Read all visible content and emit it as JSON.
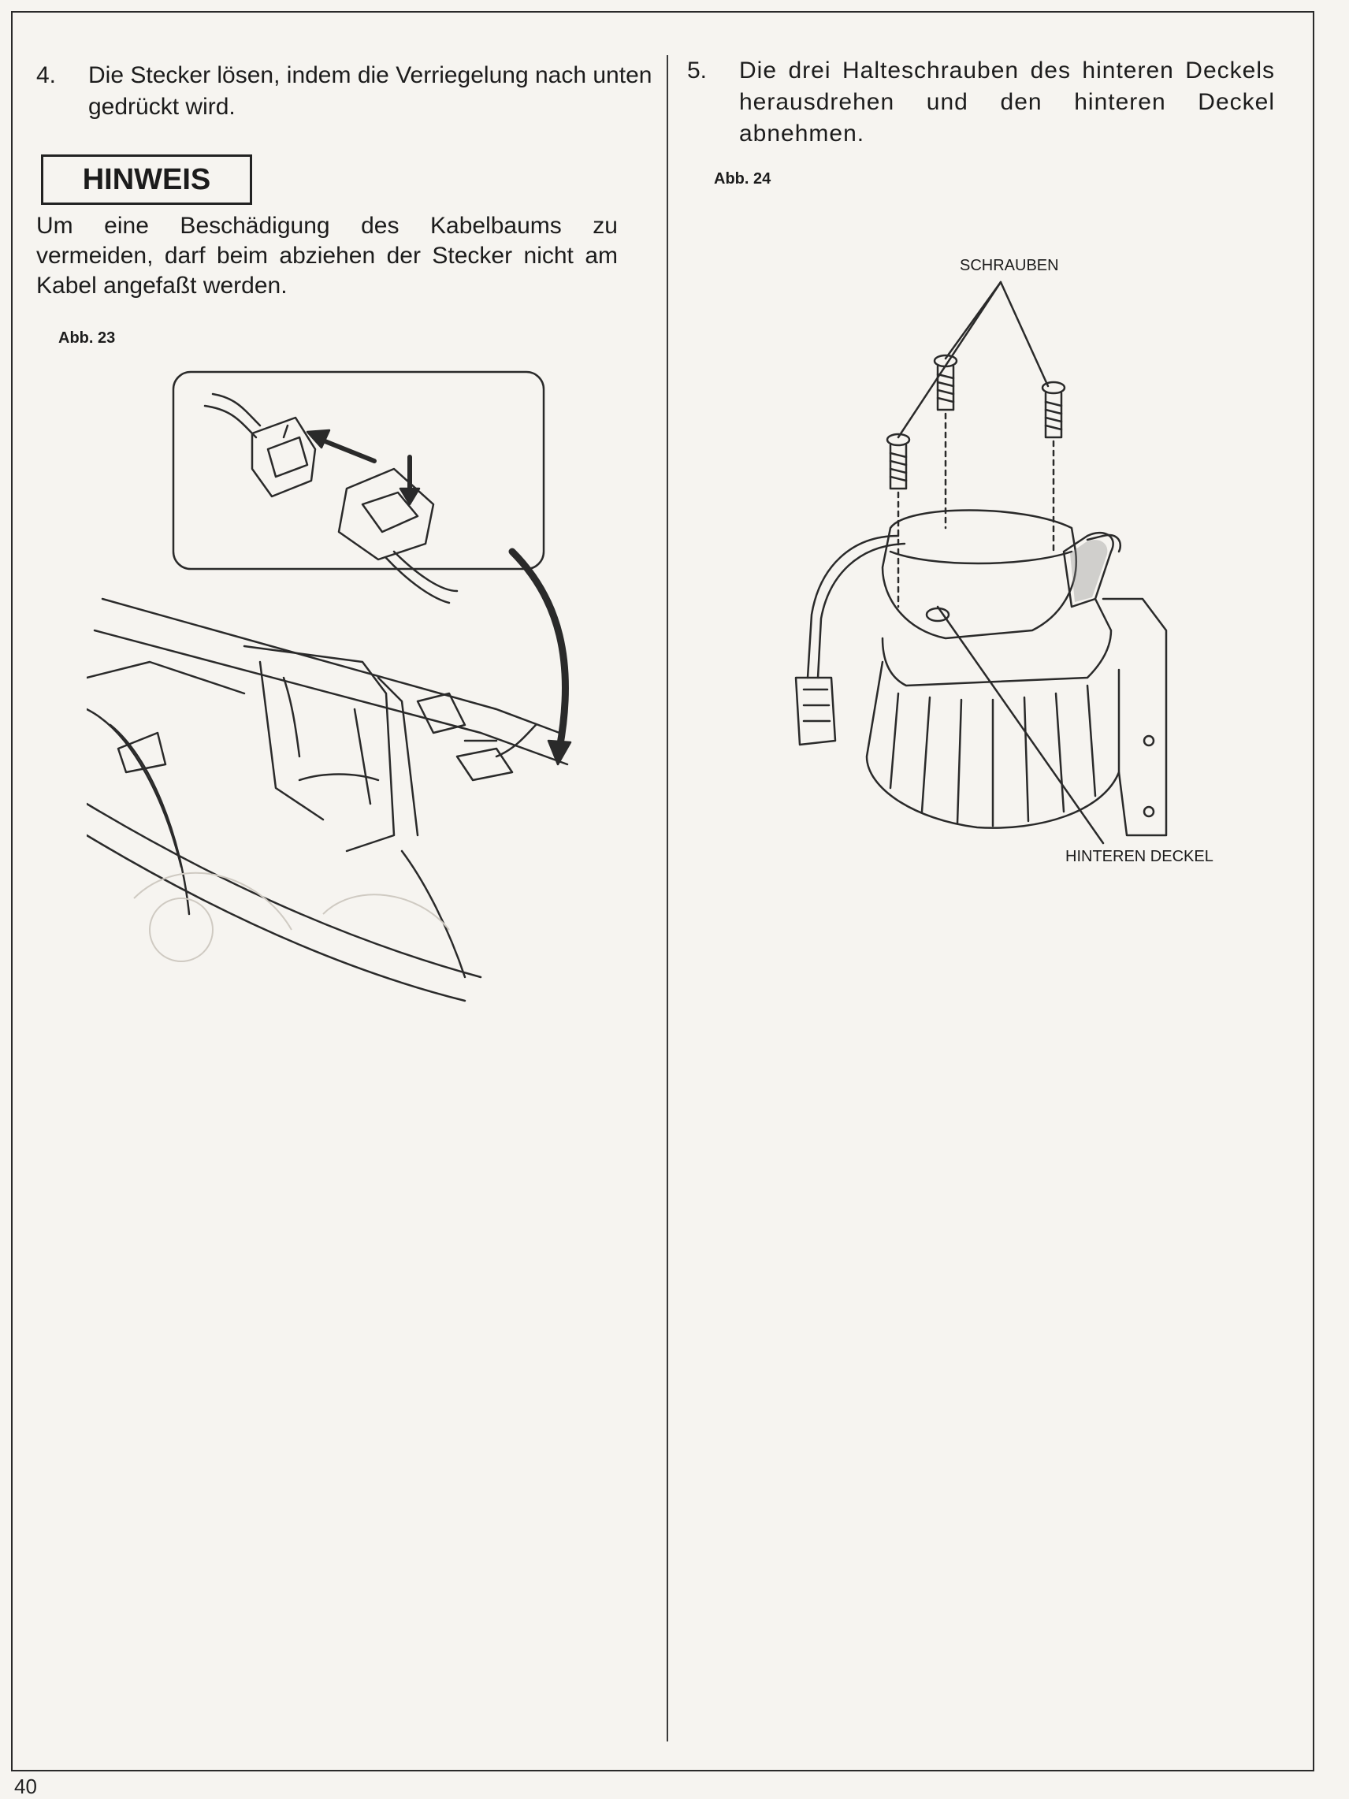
{
  "left_column": {
    "step4": {
      "number": "4.",
      "text": "Die Stecker lösen, indem die Verriegelung nach unten gedrückt wird."
    },
    "hinweis": {
      "title": "HINWEIS",
      "text": "Um eine Beschädigung des Kabelbaums zu vermeiden, darf beim abziehen der Stecker nicht am Kabel angefaßt werden."
    },
    "figure_label": "Abb. 23"
  },
  "right_column": {
    "step5": {
      "number": "5.",
      "text": "Die drei Halteschrauben des hinteren Deckels herausdrehen und den hinteren Deckel abnehmen."
    },
    "figure_label": "Abb. 24",
    "callouts": {
      "screws": "SCHRAUBEN",
      "rear_cover": "HINTEREN DECKEL"
    }
  },
  "page_number": "40"
}
